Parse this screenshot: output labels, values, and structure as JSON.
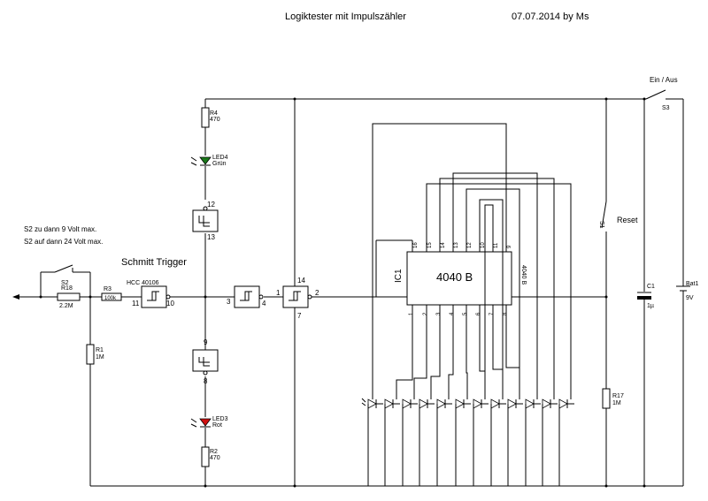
{
  "header": {
    "title": "Logiktester mit Impulszähler",
    "date_author": "07.07.2014 by Ms"
  },
  "notes": {
    "line1": "S2 zu dann 9 Volt max.",
    "line2": "S2 auf dann 24 Volt max."
  },
  "labels": {
    "schmitt": "Schmitt Trigger",
    "ic_type": "HCC 40106",
    "ein_aus": "Ein / Aus",
    "reset": "Reset",
    "ic1": "IC1",
    "counter": "4040 B",
    "counter_side": "4040 B"
  },
  "parts": {
    "r4_name": "R4",
    "r4_val": "470",
    "r2_name": "R2",
    "r2_val": "470",
    "r18_name": "R18",
    "r18_val": "2.2M",
    "r3_name": "R3",
    "r3_val": "100k",
    "r1_name": "R1",
    "r1_val": "1M",
    "r17_name": "R17",
    "r17_val": "1M",
    "c1_name": "C1",
    "c1_val": "1µ",
    "bat_name": "Bat1",
    "bat_val": "9V",
    "s2": "S2",
    "s3": "S3",
    "s1": "S1",
    "led4_name": "LED4",
    "led4_color": "Grün",
    "led3_name": "LED3",
    "led3_color": "Rot"
  },
  "pins": {
    "g12": "12",
    "g13": "13",
    "g11": "11",
    "g10": "10",
    "g9": "9",
    "g8": "8",
    "g3": "3",
    "g4": "4",
    "g1": "1",
    "g2": "2",
    "g14": "14",
    "g7": "7",
    "top": [
      "16",
      "15",
      "14",
      "13",
      "12",
      "10",
      "11",
      "9"
    ],
    "bottom": [
      "1",
      "2",
      "3",
      "4",
      "5",
      "6",
      "7",
      "8"
    ]
  },
  "colors": {
    "led_green": "#1a7a1a",
    "led_red": "#d01010",
    "wire": "#000000"
  }
}
